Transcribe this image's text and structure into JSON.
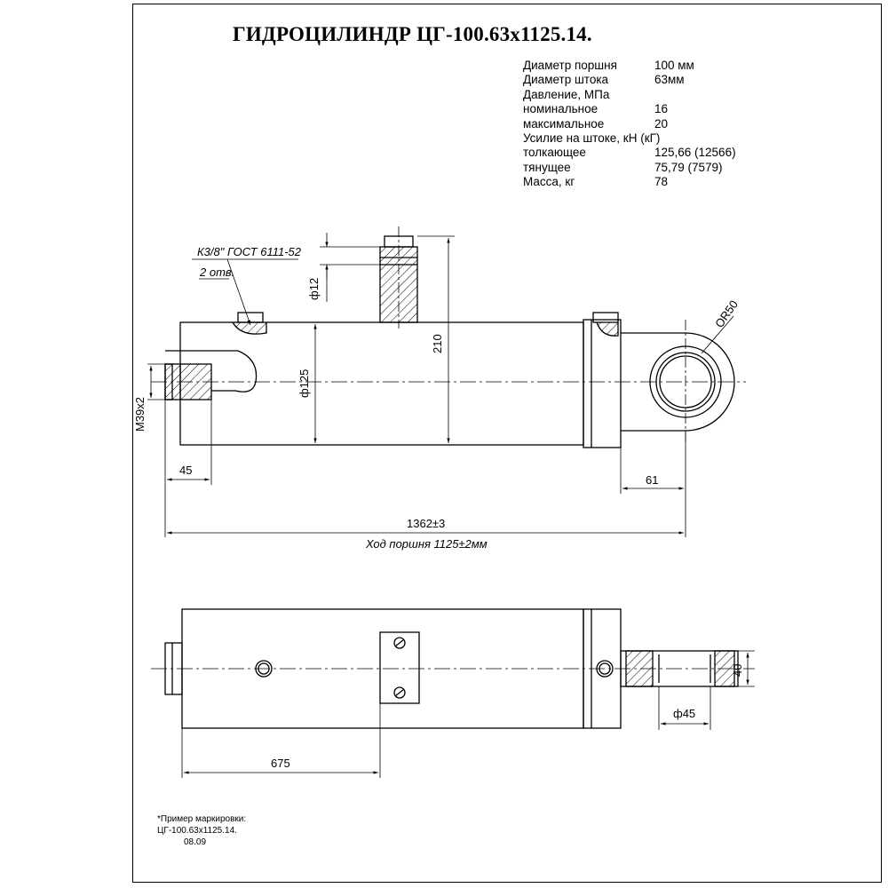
{
  "title": "ГИДРОЦИЛИНДР ЦГ-100.63х1125.14.",
  "specs": [
    {
      "label": "Диаметр поршня",
      "value": "100 мм"
    },
    {
      "label": "Диаметр штока",
      "value": "63мм"
    },
    {
      "label": "Давление, МПа",
      "value": ""
    },
    {
      "label": "номинальное",
      "value": "16"
    },
    {
      "label": "максимальное",
      "value": "20"
    },
    {
      "label": "Усилие на штоке, кН (кГ)",
      "value": ""
    },
    {
      "label": "толкающее",
      "value": "125,66 (12566)"
    },
    {
      "label": "тянущее",
      "value": "75,79 (7579)"
    },
    {
      "label": "Масса, кг",
      "value": "78"
    }
  ],
  "dimensions": {
    "port_thread": "К3/8\" ГОСТ 6111-52",
    "port_count": "2 отв.",
    "pin_diameter": "ф12",
    "height_total": "210",
    "body_diameter": "ф125",
    "eye_radius": "ОR50",
    "rod_thread": "М39х2",
    "rod_end_length": "45",
    "eye_offset": "61",
    "total_length": "1362±3",
    "stroke": "Ход поршня 1125±2мм",
    "mount_position": "675",
    "eye_bore": "ф45",
    "eye_width": "40"
  },
  "note": {
    "heading": "*Пример маркировки:",
    "code": "ЦГ-100.63х1125.14.",
    "date": "08.09"
  }
}
